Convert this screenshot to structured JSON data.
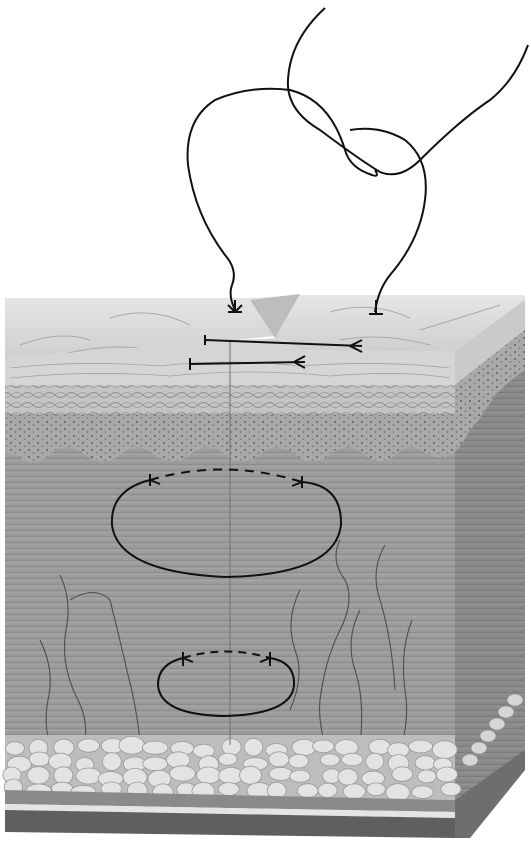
{
  "colors": {
    "background": "#ffffff",
    "epidermis_surface": "#dcdcdc",
    "epidermis_layer": "#bdbdbd",
    "papillary_dermis": "#a7a7a7",
    "reticular_dermis": "#9a9a9a",
    "dermis_side": "#8c8c8c",
    "fat_cells": "#e3e3e3",
    "fascia": "#7a7a7a",
    "suture": "#111111"
  },
  "icons": [
    "suture-thread",
    "needle-entry-marker",
    "fat-lobule",
    "blood-vessel"
  ]
}
